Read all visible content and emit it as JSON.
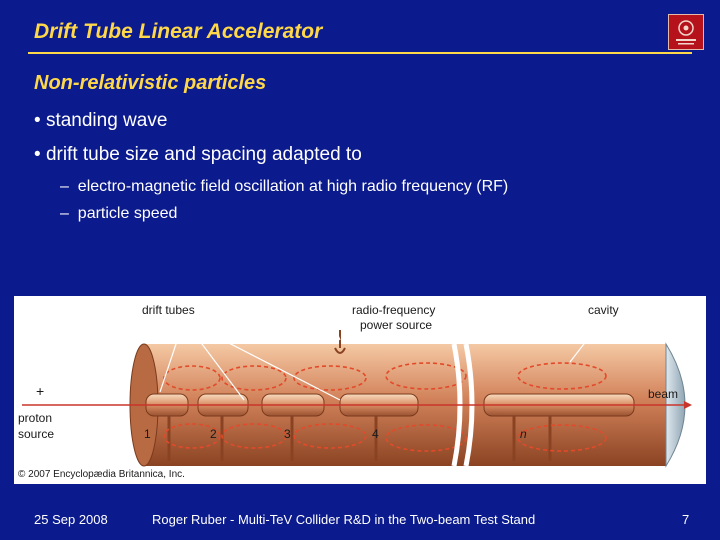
{
  "slide": {
    "title": "Drift Tube Linear Accelerator",
    "subtitle": "Non-relativistic particles",
    "bullets": [
      "standing wave",
      "drift tube size and spacing adapted to"
    ],
    "sub_bullets": [
      "electro-magnetic field oscillation at high radio frequency (RF)",
      "particle speed"
    ]
  },
  "figure": {
    "label_drift_tubes": "drift tubes",
    "label_rf_line1": "radio-frequency",
    "label_rf_line2": "power source",
    "label_cavity": "cavity",
    "label_plus": "+",
    "label_proton": "proton",
    "label_source": "source",
    "label_beam": "beam",
    "tube_numbers": [
      "1",
      "2",
      "3",
      "4",
      "n"
    ],
    "copyright": "© 2007 Encyclopædia Britannica, Inc."
  },
  "footer": {
    "date": "25 Sep 2008",
    "presenter": "Roger Ruber - Multi-TeV Collider R&D in the Two-beam Test Stand",
    "page": "7"
  },
  "colors": {
    "background": "#0b1a8c",
    "title": "#ffd84a",
    "text": "#ffffff",
    "copper": "#d2825a",
    "field": "#e24a2a"
  }
}
